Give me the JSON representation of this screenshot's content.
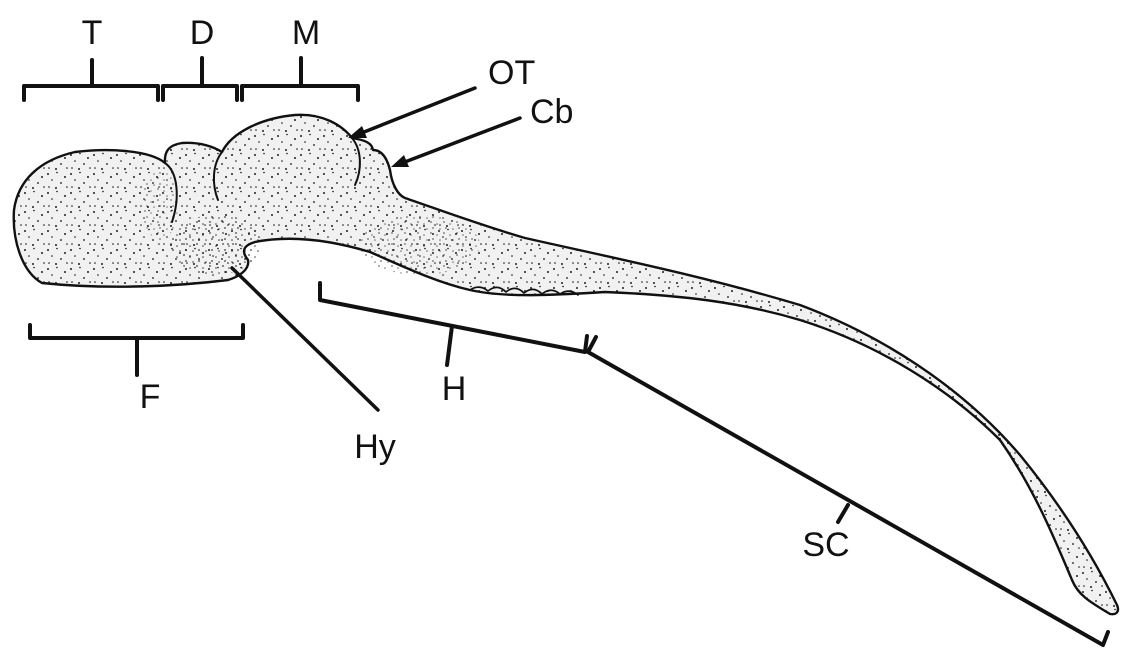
{
  "colors": {
    "ink": "#111111",
    "tissue_fill": "#f1f1f1",
    "background": "#ffffff"
  },
  "labels": {
    "T": "T",
    "D": "D",
    "M": "M",
    "OT": "OT",
    "Cb": "Cb",
    "F": "F",
    "Hy": "Hy",
    "H": "H",
    "SC": "SC"
  }
}
